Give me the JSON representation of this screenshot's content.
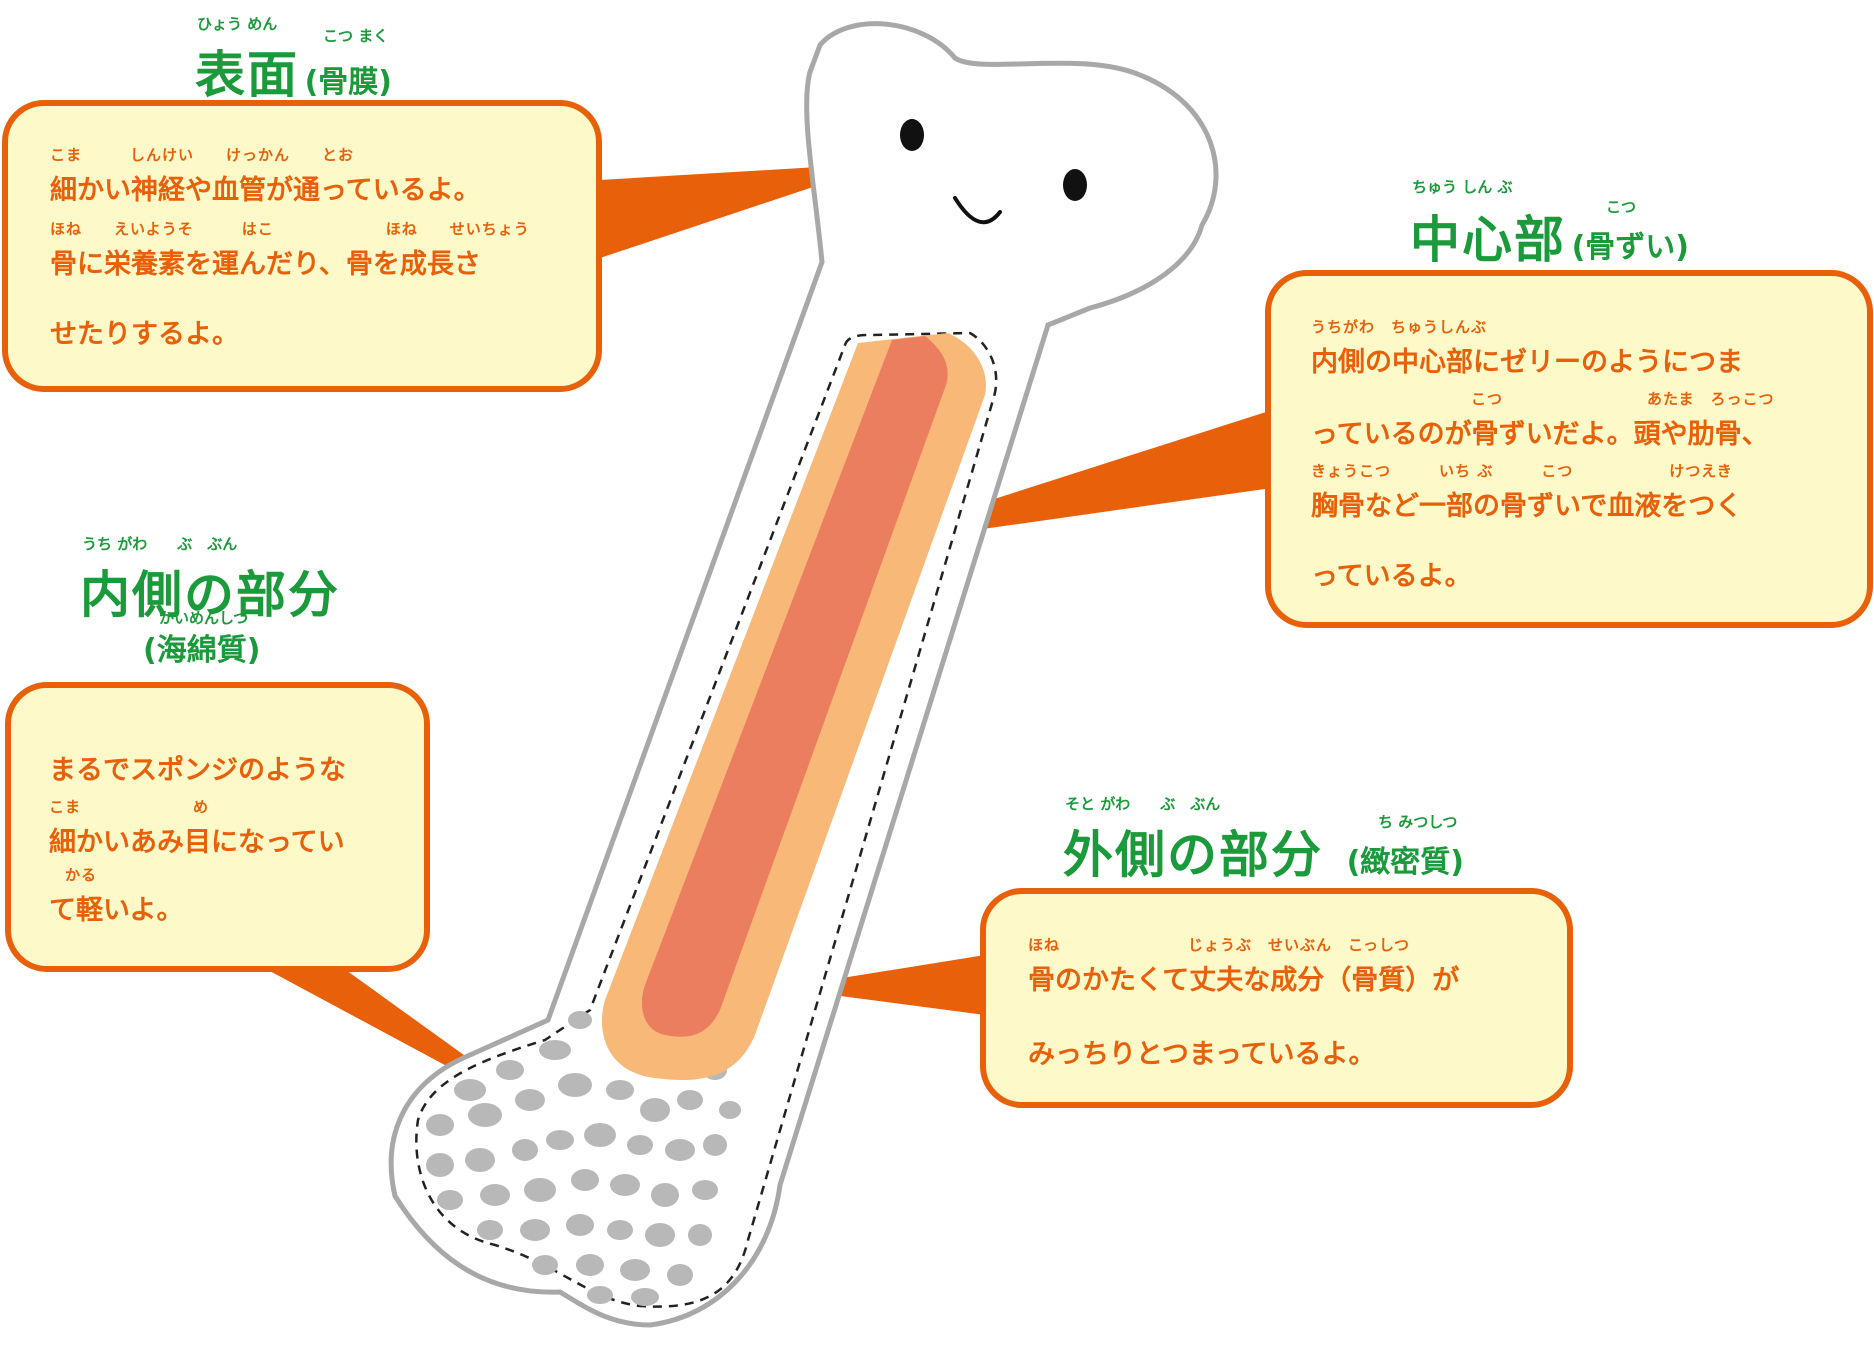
{
  "colors": {
    "accent": "#e8600a",
    "bubble_fill": "#fdf9c9",
    "heading": "#1a9a3a",
    "marrow_outer": "#f8b878",
    "marrow_inner": "#ec7e60",
    "spongy_dots": "#b8b8b8",
    "bone_outline": "#a8a8a8"
  },
  "surface": {
    "heading": "表面",
    "heading_sub": "(骨膜)",
    "ruby_heading": "ひょう めん",
    "ruby_sub": "こつ まく",
    "lines": [
      {
        "ruby": "こま　　　しんけい　　けっかん　　とお",
        "text": "細かい神経や血管が通っているよ。"
      },
      {
        "ruby": "ほね　　えいようそ　　　はこ　　　　　　　ほね　　せいちょう",
        "text": "骨に栄養素を運んだり、骨を成長さ"
      },
      {
        "ruby": "",
        "text": "せたりするよ。"
      }
    ]
  },
  "center": {
    "heading": "中心部",
    "heading_sub": "(骨ずい)",
    "ruby_heading": "ちゅう しん ぶ",
    "ruby_sub": "こつ",
    "lines": [
      {
        "ruby": "うちがわ　ちゅうしんぶ",
        "text": "内側の中心部にゼリーのようにつま"
      },
      {
        "ruby": "　　　　　　　　　　こつ　　　　　　　　　あたま　ろっこつ",
        "text": "っているのが骨ずいだよ。頭や肋骨、"
      },
      {
        "ruby": "きょうこつ　　　いち ぶ　　　こつ　　　　　　けつえき",
        "text": "胸骨など一部の骨ずいで血液をつく"
      },
      {
        "ruby": "",
        "text": "っているよ。"
      }
    ]
  },
  "inner": {
    "heading": "内側の部分",
    "heading_sub": "(海綿質)",
    "ruby_heading": "うち がわ　　ぶ　ぶん",
    "ruby_sub": "かいめんしつ",
    "lines": [
      {
        "ruby": "",
        "text": "まるでスポンジのような"
      },
      {
        "ruby": "こま　　　　　　　め",
        "text": "細かいあみ目になってい"
      },
      {
        "ruby": "　かる",
        "text": "て軽いよ。"
      }
    ]
  },
  "outer": {
    "heading": "外側の部分",
    "heading_sub": "(緻密質)",
    "ruby_heading": "そと がわ　　ぶ　ぶん",
    "ruby_sub": "ち みつしつ",
    "lines": [
      {
        "ruby": "ほね　　　　　　　　じょうぶ　せいぶん　こっしつ",
        "text": "骨のかたくて丈夫な成分（骨質）が"
      },
      {
        "ruby": "",
        "text": "みっちりとつまっているよ。"
      }
    ]
  }
}
